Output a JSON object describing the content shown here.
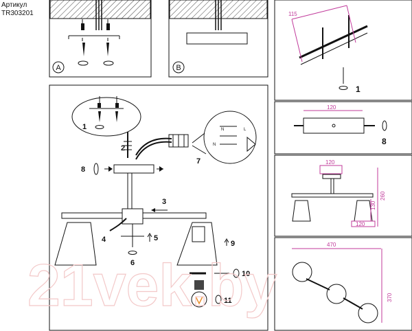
{
  "header": {
    "label": "Артикул",
    "sku": "TR303201"
  },
  "steps": {
    "a": "A",
    "b": "B",
    "s1": "1",
    "s2": "2",
    "s3": "3",
    "s4": "4",
    "s5": "5",
    "s6": "6",
    "s7": "7",
    "s8": "8",
    "s9": "9",
    "s10": "10",
    "s11": "11"
  },
  "dims": {
    "bracket_mount": "115",
    "bracket_width": "120",
    "canopy_width": "120",
    "drop_height": "260",
    "body_height": "130",
    "shade_width": "120",
    "total_width": "470",
    "total_depth": "370"
  },
  "side_steps": {
    "p1": "1",
    "p8": "8"
  },
  "watermark": "21vek.by",
  "colors": {
    "dimension": "#c0399a",
    "line": "#111111",
    "watermark": "#f3c9c9"
  }
}
